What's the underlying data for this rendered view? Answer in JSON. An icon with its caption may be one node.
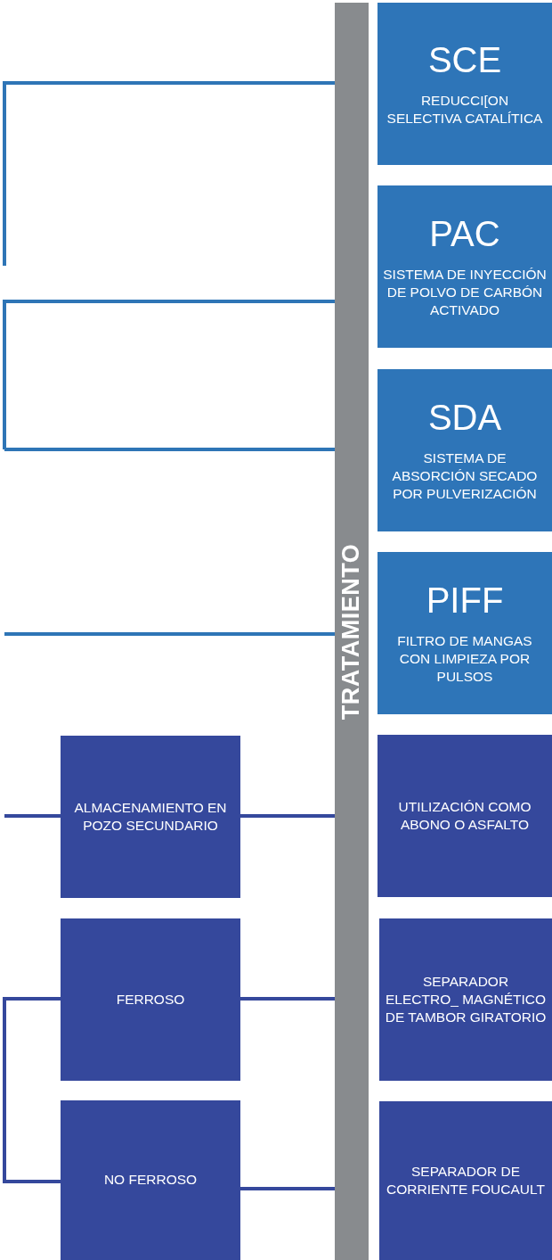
{
  "diagram": {
    "nodes": [
      {
        "text": [
          "TRATAMIENTO"
        ]
      },
      {
        "text": [
          "SCE",
          "REDUCCI[ON SELECTIVA CATALÍTICA"
        ]
      },
      {
        "text": [
          "PAC",
          "SISTEMA DE INYECCIÓN DE POLVO DE CARBÓN ACTIVADO"
        ]
      },
      {
        "text": [
          "SDA",
          "SISTEMA DE ABSORCIÓN SECADO POR PULVERIZACIÓN"
        ]
      },
      {
        "text": [
          "PIFF",
          "FILTRO DE MANGAS CON LIMPIEZA POR PULSOS"
        ]
      },
      {
        "text": [
          "ALMACENAMIENTO EN POZO SECUNDARIO"
        ]
      },
      {
        "text": [
          "UTILIZACIÓN COMO ABONO O ASFALTO"
        ]
      },
      {
        "text": [
          "FERROSO"
        ]
      },
      {
        "text": [
          "SEPARADOR ELECTRO_ MAGNÉTICO DE TAMBOR GIRATORIO"
        ]
      },
      {
        "text": [
          "NO FERROSO"
        ]
      },
      {
        "text": [
          "SEPARADOR DE CORRIENTE FOUCAULT"
        ]
      }
    ],
    "edges": [
      {
        "from": null,
        "to": 0,
        "arrow": "none",
        "color": "#2e75b6"
      },
      {
        "from": null,
        "to": 0,
        "arrow": "none",
        "color": "#2e75b6"
      },
      {
        "from": null,
        "to": 0,
        "arrow": "none",
        "color": "#2e75b6"
      },
      {
        "from": null,
        "to": 0,
        "arrow": "none",
        "color": "#2e75b6"
      },
      {
        "from": null,
        "to": 5,
        "arrow": "none"
      },
      {
        "from": 5,
        "to": 0,
        "arrow": "none"
      },
      {
        "from": null,
        "to": 7,
        "arrow": "none"
      },
      {
        "from": 7,
        "to": 0,
        "arrow": "none"
      },
      {
        "from": null,
        "to": 9,
        "arrow": "none"
      },
      {
        "from": 9,
        "to": 0,
        "arrow": "none"
      }
    ]
  }
}
